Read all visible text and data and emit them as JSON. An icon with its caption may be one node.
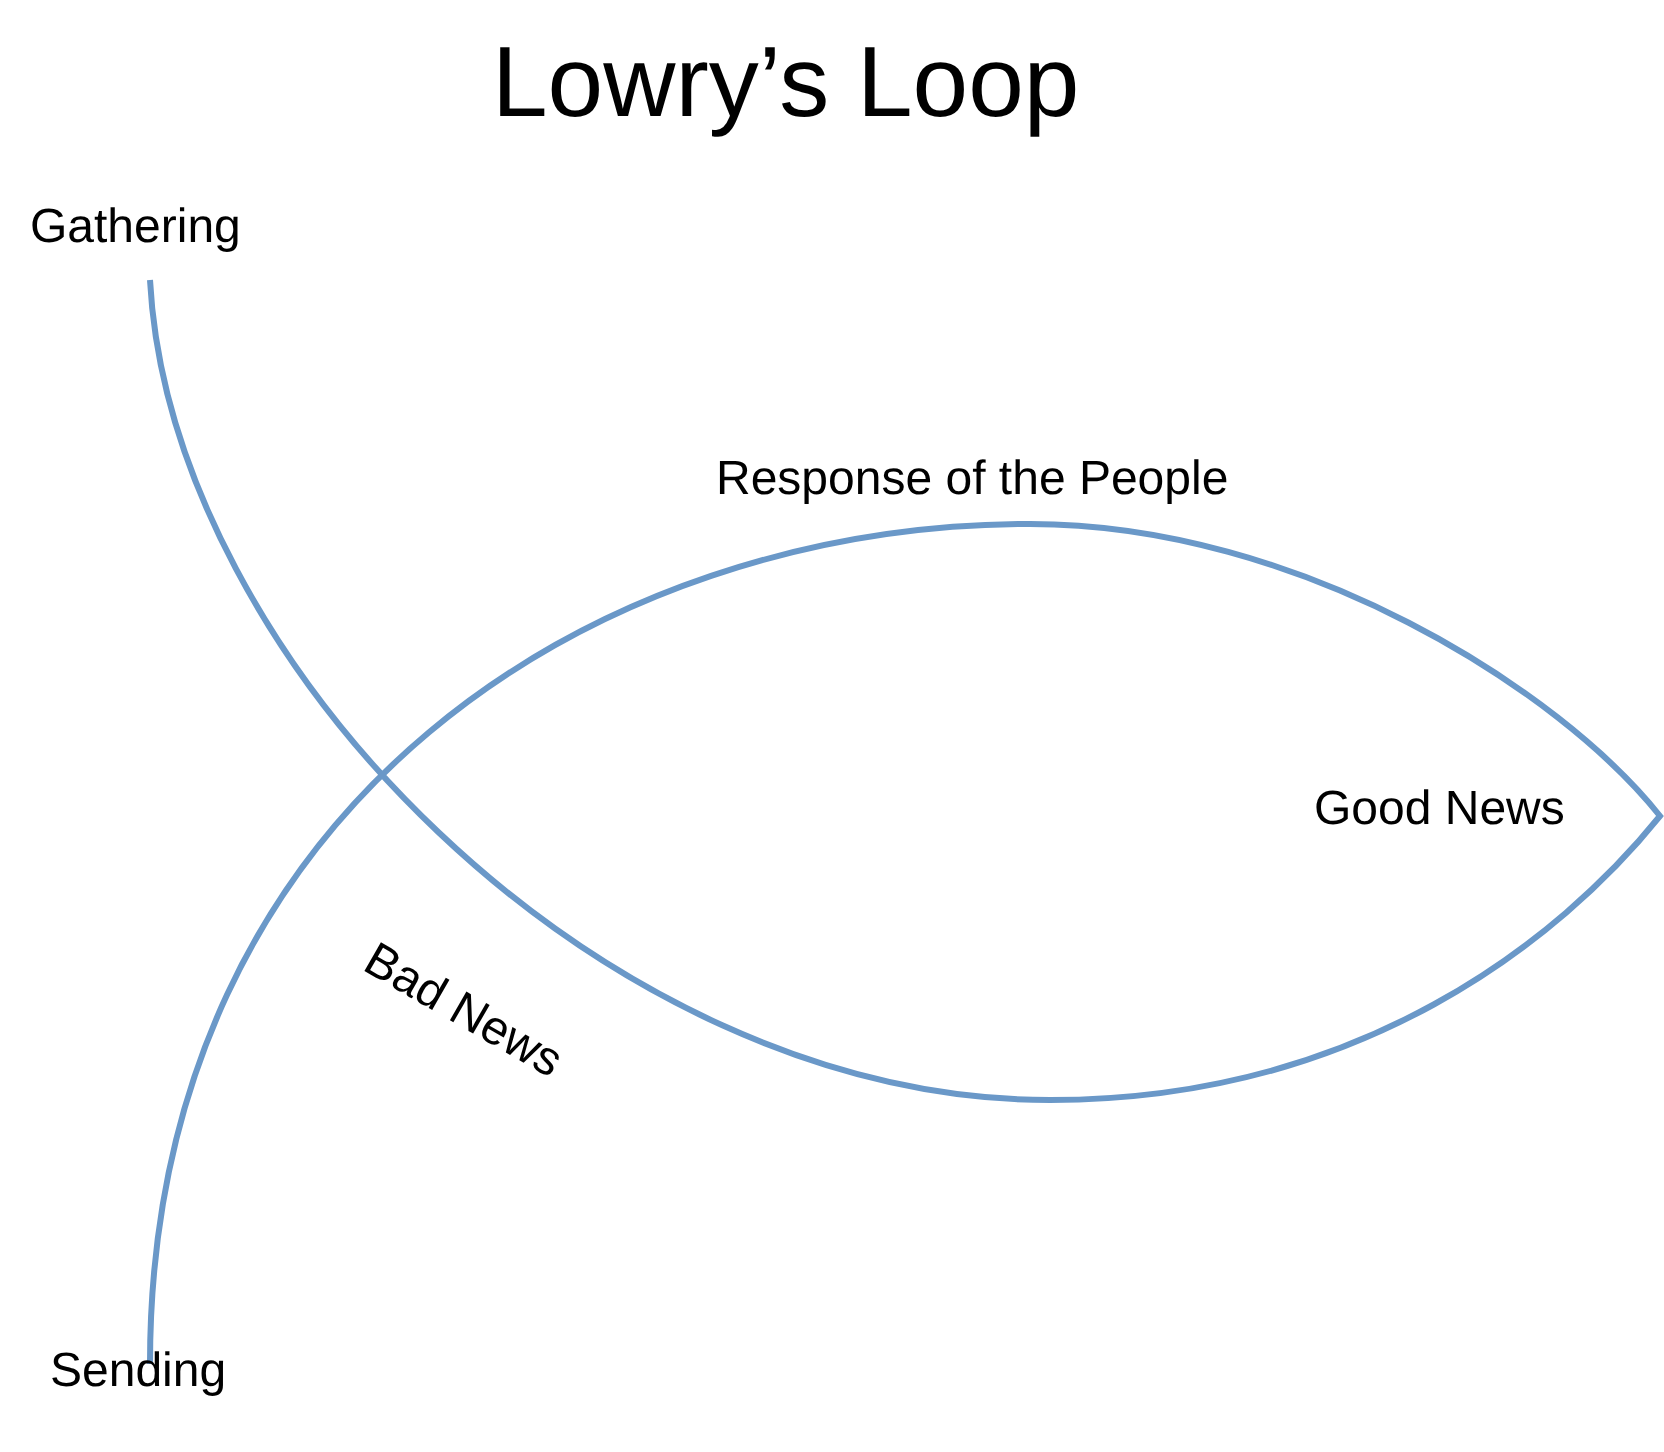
{
  "diagram": {
    "title": "Lowry’s Loop",
    "labels": [
      "Gathering",
      "Response of the People",
      "Good News",
      "Bad News",
      "Sending"
    ]
  }
}
